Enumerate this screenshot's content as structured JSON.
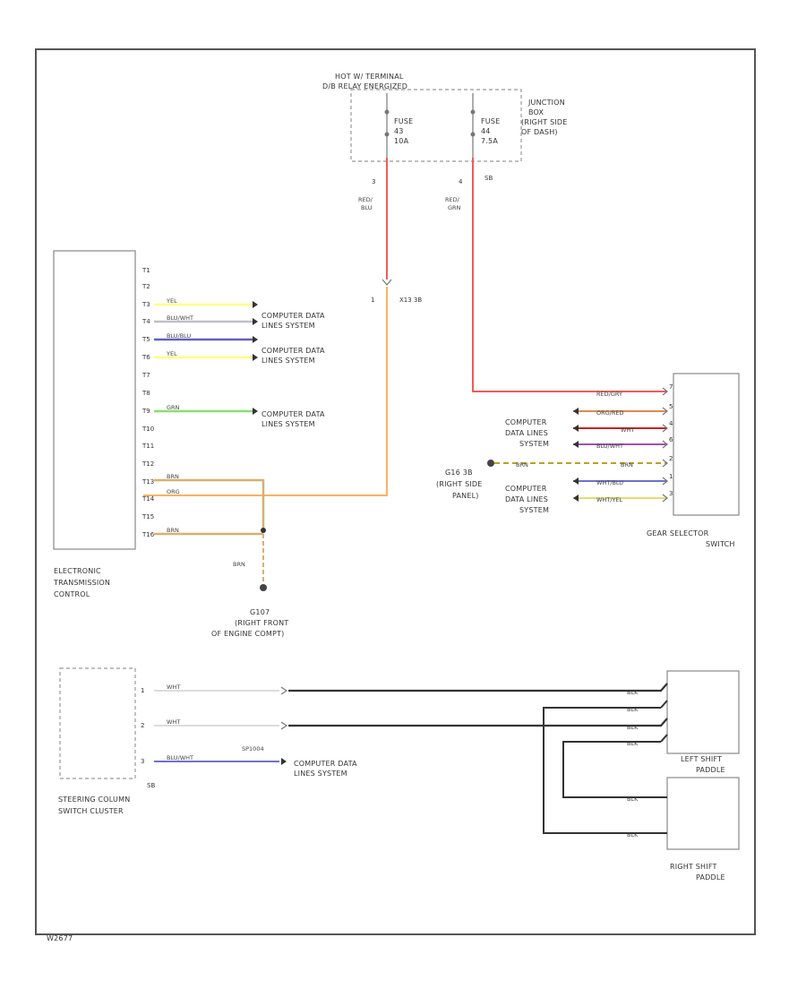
{
  "junction": {
    "hot_label": [
      "HOT W/ TERMINAL",
      "D/B RELAY ENERGIZED"
    ],
    "name": [
      "JUNCTION",
      "BOX",
      "(RIGHT SIDE",
      "OF DASH)"
    ],
    "fuse_left": [
      "FUSE",
      "43",
      "10A"
    ],
    "fuse_right": [
      "FUSE",
      "44",
      "7.5A"
    ],
    "pin_left": "3",
    "pin_right": "4",
    "connector": "SB"
  },
  "etc": {
    "name": [
      "ELECTRONIC",
      "TRANSMISSION",
      "CONTROL"
    ],
    "pins": [
      "T1",
      "T2",
      "T3",
      "T4",
      "T5",
      "T6",
      "T7",
      "T8",
      "T9",
      "T10",
      "T11",
      "T12",
      "T13",
      "T14",
      "T15",
      "T16"
    ],
    "wire_colors": {
      "T3": "YEL",
      "T4": "BLU/WHT",
      "T5": "BLU/BLU",
      "T6": "YEL",
      "T9": "GRN",
      "T13": "BRN",
      "T14": "ORG",
      "T16": "BRN"
    }
  },
  "feed_left": {
    "color": [
      "RED/",
      "BLU"
    ],
    "pin": "1",
    "connector": "X13 3B"
  },
  "feed_right": {
    "color": [
      "RED/",
      "GRN"
    ]
  },
  "system_label": [
    "COMPUTER DATA",
    "LINES SYSTEM"
  ],
  "system_label_3": [
    "COMPUTER",
    "DATA LINES",
    "SYSTEM"
  ],
  "ground_left": {
    "wire": "BRN",
    "name": [
      "G107",
      "(RIGHT FRONT",
      "OF ENGINE COMPT)"
    ]
  },
  "gear_selector": {
    "name": [
      "GEAR SELECTOR",
      "SWITCH"
    ],
    "wires": [
      "RED/GRY",
      "ORG/RED",
      "WHT",
      "BLU/WHT",
      "BRN",
      "WHT/BLU",
      "WHT/YEL"
    ],
    "pins": [
      "7",
      "5",
      "4",
      "6",
      "2",
      "1",
      "3"
    ],
    "ground": {
      "name": [
        "G16 3B",
        "(RIGHT SIDE",
        "PANEL)"
      ]
    }
  },
  "steering": {
    "name": [
      "STEERING COLUMN",
      "SWITCH CLUSTER"
    ],
    "pins": [
      "1",
      "2",
      "3"
    ],
    "wires": [
      "WHT",
      "WHT",
      "BLU/WHT"
    ],
    "connector": "SB",
    "splice": "SP1004"
  },
  "paddles": {
    "left_name": [
      "LEFT SHIFT",
      "PADDLE"
    ],
    "right_name": [
      "RIGHT SHIFT",
      "PADDLE"
    ],
    "wire": "BLK"
  },
  "footer_code": "W2677"
}
